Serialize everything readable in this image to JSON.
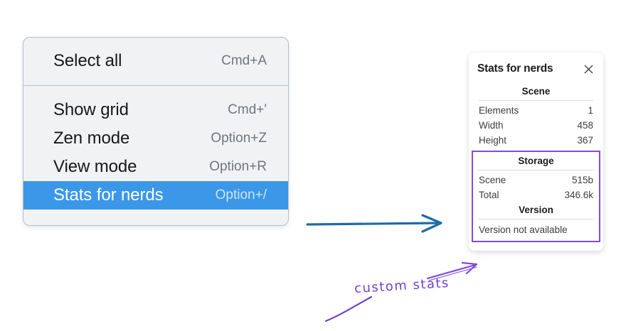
{
  "context_menu": {
    "name": "canvas-context-menu",
    "sections": [
      {
        "items": [
          {
            "label": "Select all",
            "shortcut": "Cmd+A",
            "selected": false
          }
        ]
      },
      {
        "items": [
          {
            "label": "Show grid",
            "shortcut": "Cmd+'",
            "selected": false
          },
          {
            "label": "Zen mode",
            "shortcut": "Option+Z",
            "selected": false
          },
          {
            "label": "View mode",
            "shortcut": "Option+R",
            "selected": false
          },
          {
            "label": "Stats for nerds",
            "shortcut": "Option+/",
            "selected": true
          }
        ]
      }
    ]
  },
  "stats_panel": {
    "title": "Stats for nerds",
    "close_icon": "close-icon",
    "scene": {
      "heading": "Scene",
      "rows": [
        {
          "key": "Elements",
          "value": "1"
        },
        {
          "key": "Width",
          "value": "458"
        },
        {
          "key": "Height",
          "value": "367"
        }
      ]
    },
    "storage": {
      "heading": "Storage",
      "rows": [
        {
          "key": "Scene",
          "value": "515b"
        },
        {
          "key": "Total",
          "value": "346.6k"
        }
      ]
    },
    "version": {
      "heading": "Version",
      "note": "Version not available"
    }
  },
  "annotations": {
    "handwritten_label": "custom stats",
    "flow_arrow_color": "#1f6aa8",
    "highlight_color": "#7c4ddf"
  }
}
